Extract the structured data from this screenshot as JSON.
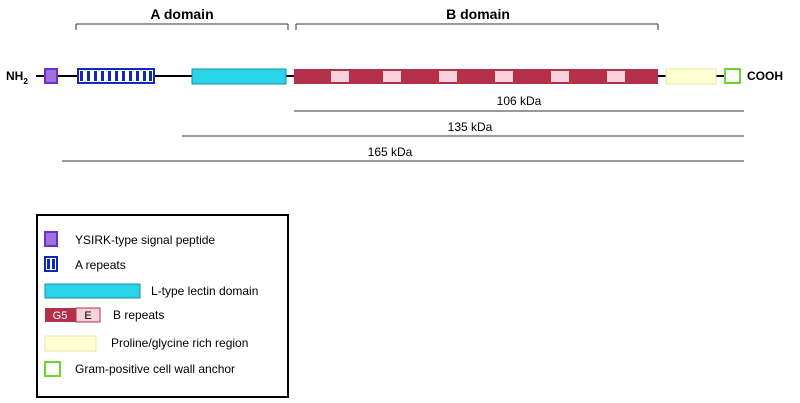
{
  "domains": {
    "a_domain": "A domain",
    "b_domain": "B domain"
  },
  "termini": {
    "n_terminus": "NH",
    "n_subscript": "2",
    "c_terminus": "COOH"
  },
  "fragments": {
    "f106": "106 kDa",
    "f135": "135 kDa",
    "f165": "165 kDa"
  },
  "legend": {
    "signal_peptide": "YSIRK-type signal peptide",
    "a_repeats": "A repeats",
    "lectin": "L-type lectin domain",
    "g5_box": "G5",
    "e_box": "E",
    "b_repeats": "B repeats",
    "proline_glycine": "Proline/glycine rich region",
    "cell_wall_anchor": "Gram-positive cell wall anchor"
  },
  "colors": {
    "signal_peptide": "#a070e0",
    "signal_peptide_border": "#7030c8",
    "a_repeats_border": "#1028b8",
    "a_repeats_fill": "#ffffff",
    "lectin_fill": "#2ad4e8",
    "lectin_border": "#1a8ca0",
    "g5_fill": "#b5304a",
    "e_fill": "#f6d3dc",
    "proline_glycine_fill": "#ffffd4",
    "proline_glycine_border": "#e8e8a0",
    "anchor_border": "#6ed42a"
  }
}
